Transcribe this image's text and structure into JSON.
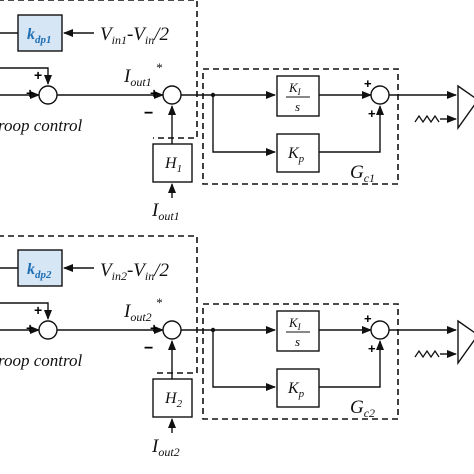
{
  "colors": {
    "line": "#111111",
    "kdp_box_fill": "#d7e6f5",
    "kdp_text": "#1f6fb5"
  },
  "channel1": {
    "kdp": {
      "base": "k",
      "sub": "dp1"
    },
    "vin_expr": {
      "v1": "V",
      "s1": "in1",
      "mid": "-V",
      "s2": "in",
      "tail": "/2"
    },
    "iout_ref": {
      "base": "I",
      "sub": "out1",
      "sup": "*"
    },
    "droop_label": "roop control",
    "ki": {
      "base": "K",
      "sub": "I",
      "den": "s"
    },
    "kp": {
      "base": "K",
      "sub": "p"
    },
    "gc": {
      "base": "G",
      "sub": "c1"
    },
    "h": {
      "base": "H",
      "sub": "1"
    },
    "iout": {
      "base": "I",
      "sub": "out1"
    },
    "signs": {
      "sum1_top": "+",
      "sum1_left": "+",
      "sum2_left": "+",
      "sum2_bottom": "−",
      "sum3_top": "+",
      "sum3_bottom": "+"
    }
  },
  "channel2": {
    "kdp": {
      "base": "k",
      "sub": "dp2"
    },
    "vin_expr": {
      "v1": "V",
      "s1": "in2",
      "mid": "-V",
      "s2": "in",
      "tail": "/2"
    },
    "iout_ref": {
      "base": "I",
      "sub": "out2",
      "sup": "*"
    },
    "droop_label": "roop control",
    "ki": {
      "base": "K",
      "sub": "I",
      "den": "s"
    },
    "kp": {
      "base": "K",
      "sub": "p"
    },
    "gc": {
      "base": "G",
      "sub": "c2"
    },
    "h": {
      "base": "H",
      "sub": "2"
    },
    "iout": {
      "base": "I",
      "sub": "out2"
    },
    "signs": {
      "sum1_top": "+",
      "sum1_left": "+",
      "sum2_left": "+",
      "sum2_bottom": "−",
      "sum3_top": "+",
      "sum3_bottom": "+"
    }
  }
}
